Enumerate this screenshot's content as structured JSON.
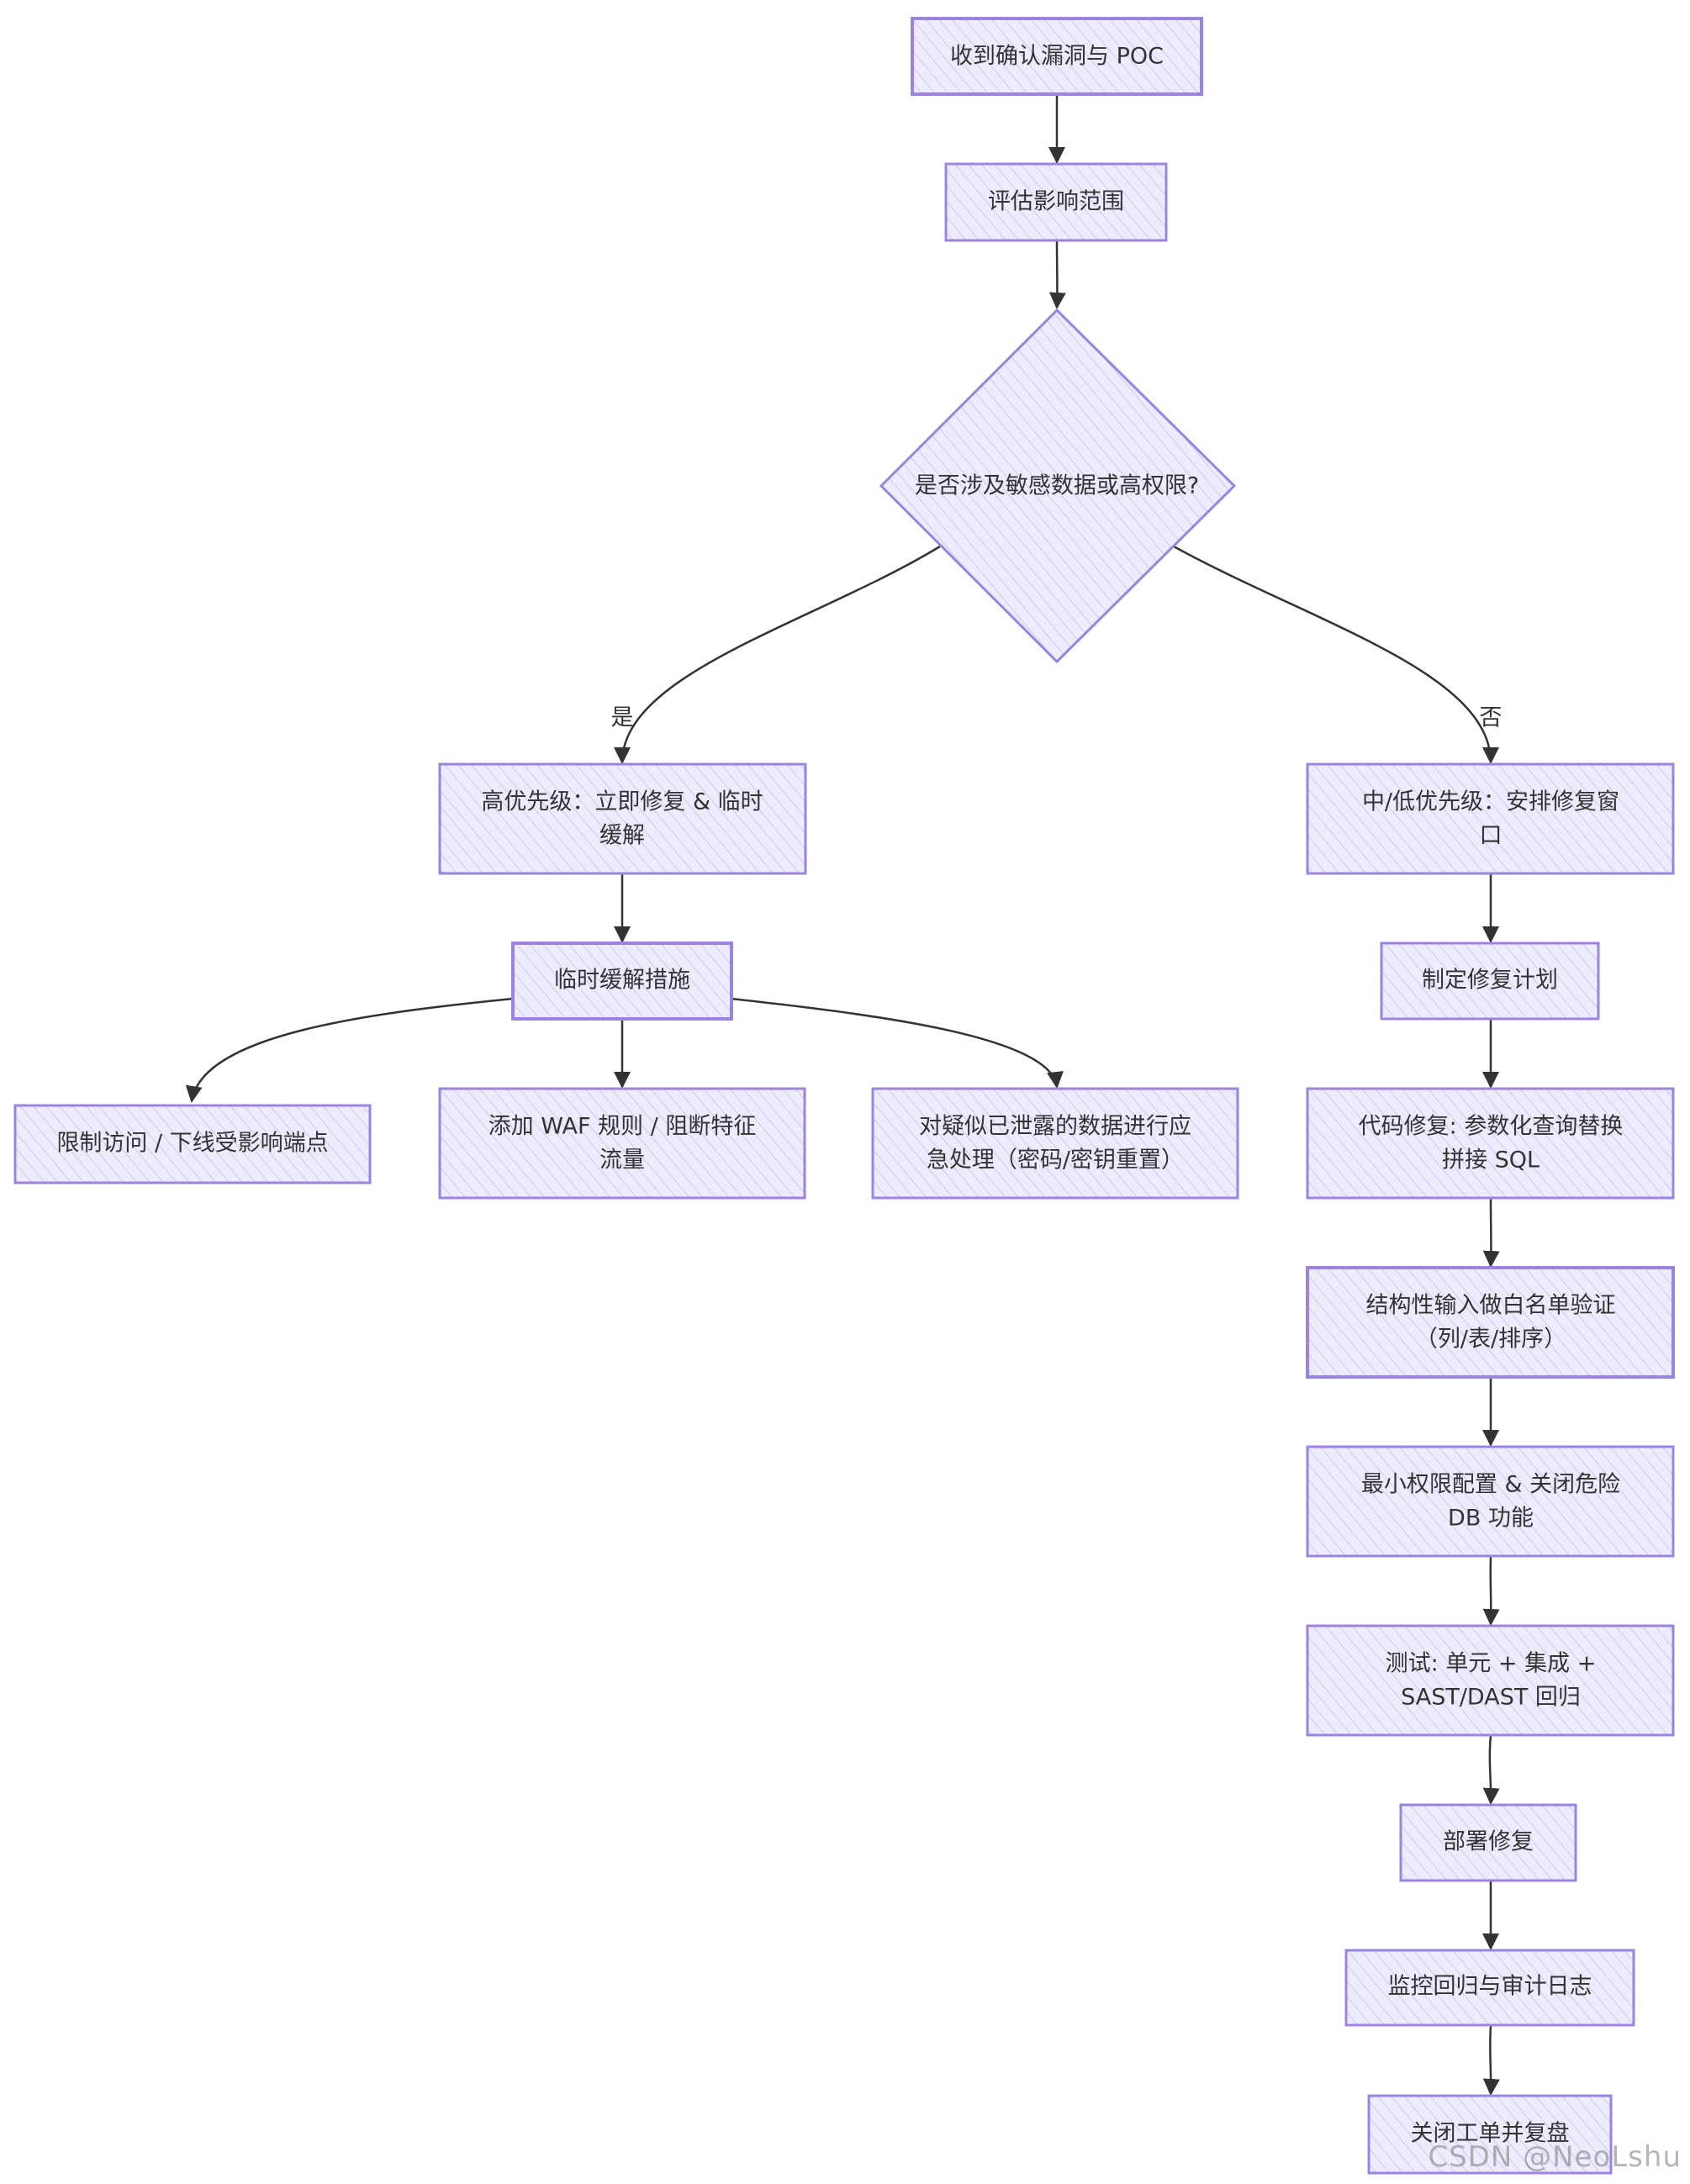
{
  "nodes": {
    "receive": "收到确认漏洞与 POC",
    "assess": "评估影响范围",
    "decision": "是否涉及敏感数据或高权限?",
    "high_priority": [
      "高优先级：立即修复 & 临时",
      "缓解"
    ],
    "low_priority": [
      "中/低优先级：安排修复窗",
      "口"
    ],
    "temp_mitigation": "临时缓解措施",
    "restrict_access": "限制访问 / 下线受影响端点",
    "add_waf": [
      "添加 WAF 规则 / 阻断特征",
      "流量"
    ],
    "leaked_data": [
      "对疑似已泄露的数据进行应",
      "急处理（密码/密钥重置）"
    ],
    "make_plan": "制定修复计划",
    "code_fix": [
      "代码修复: 参数化查询替换",
      "拼接 SQL"
    ],
    "whitelist": [
      "结构性输入做白名单验证",
      "（列/表/排序）"
    ],
    "least_privilege": [
      "最小权限配置 & 关闭危险",
      "DB 功能"
    ],
    "testing": [
      "测试: 单元 + 集成 +",
      "SAST/DAST 回归"
    ],
    "deploy": "部署修复",
    "monitor": "监控回归与审计日志",
    "close": "关闭工单并复盘"
  },
  "edge_labels": {
    "yes": "是",
    "no": "否"
  },
  "watermark": "CSDN @NeoLshu",
  "colors": {
    "node_fill": "#ececfd",
    "node_stroke": "#9b84e0",
    "edge": "#333333",
    "text": "#333333"
  }
}
